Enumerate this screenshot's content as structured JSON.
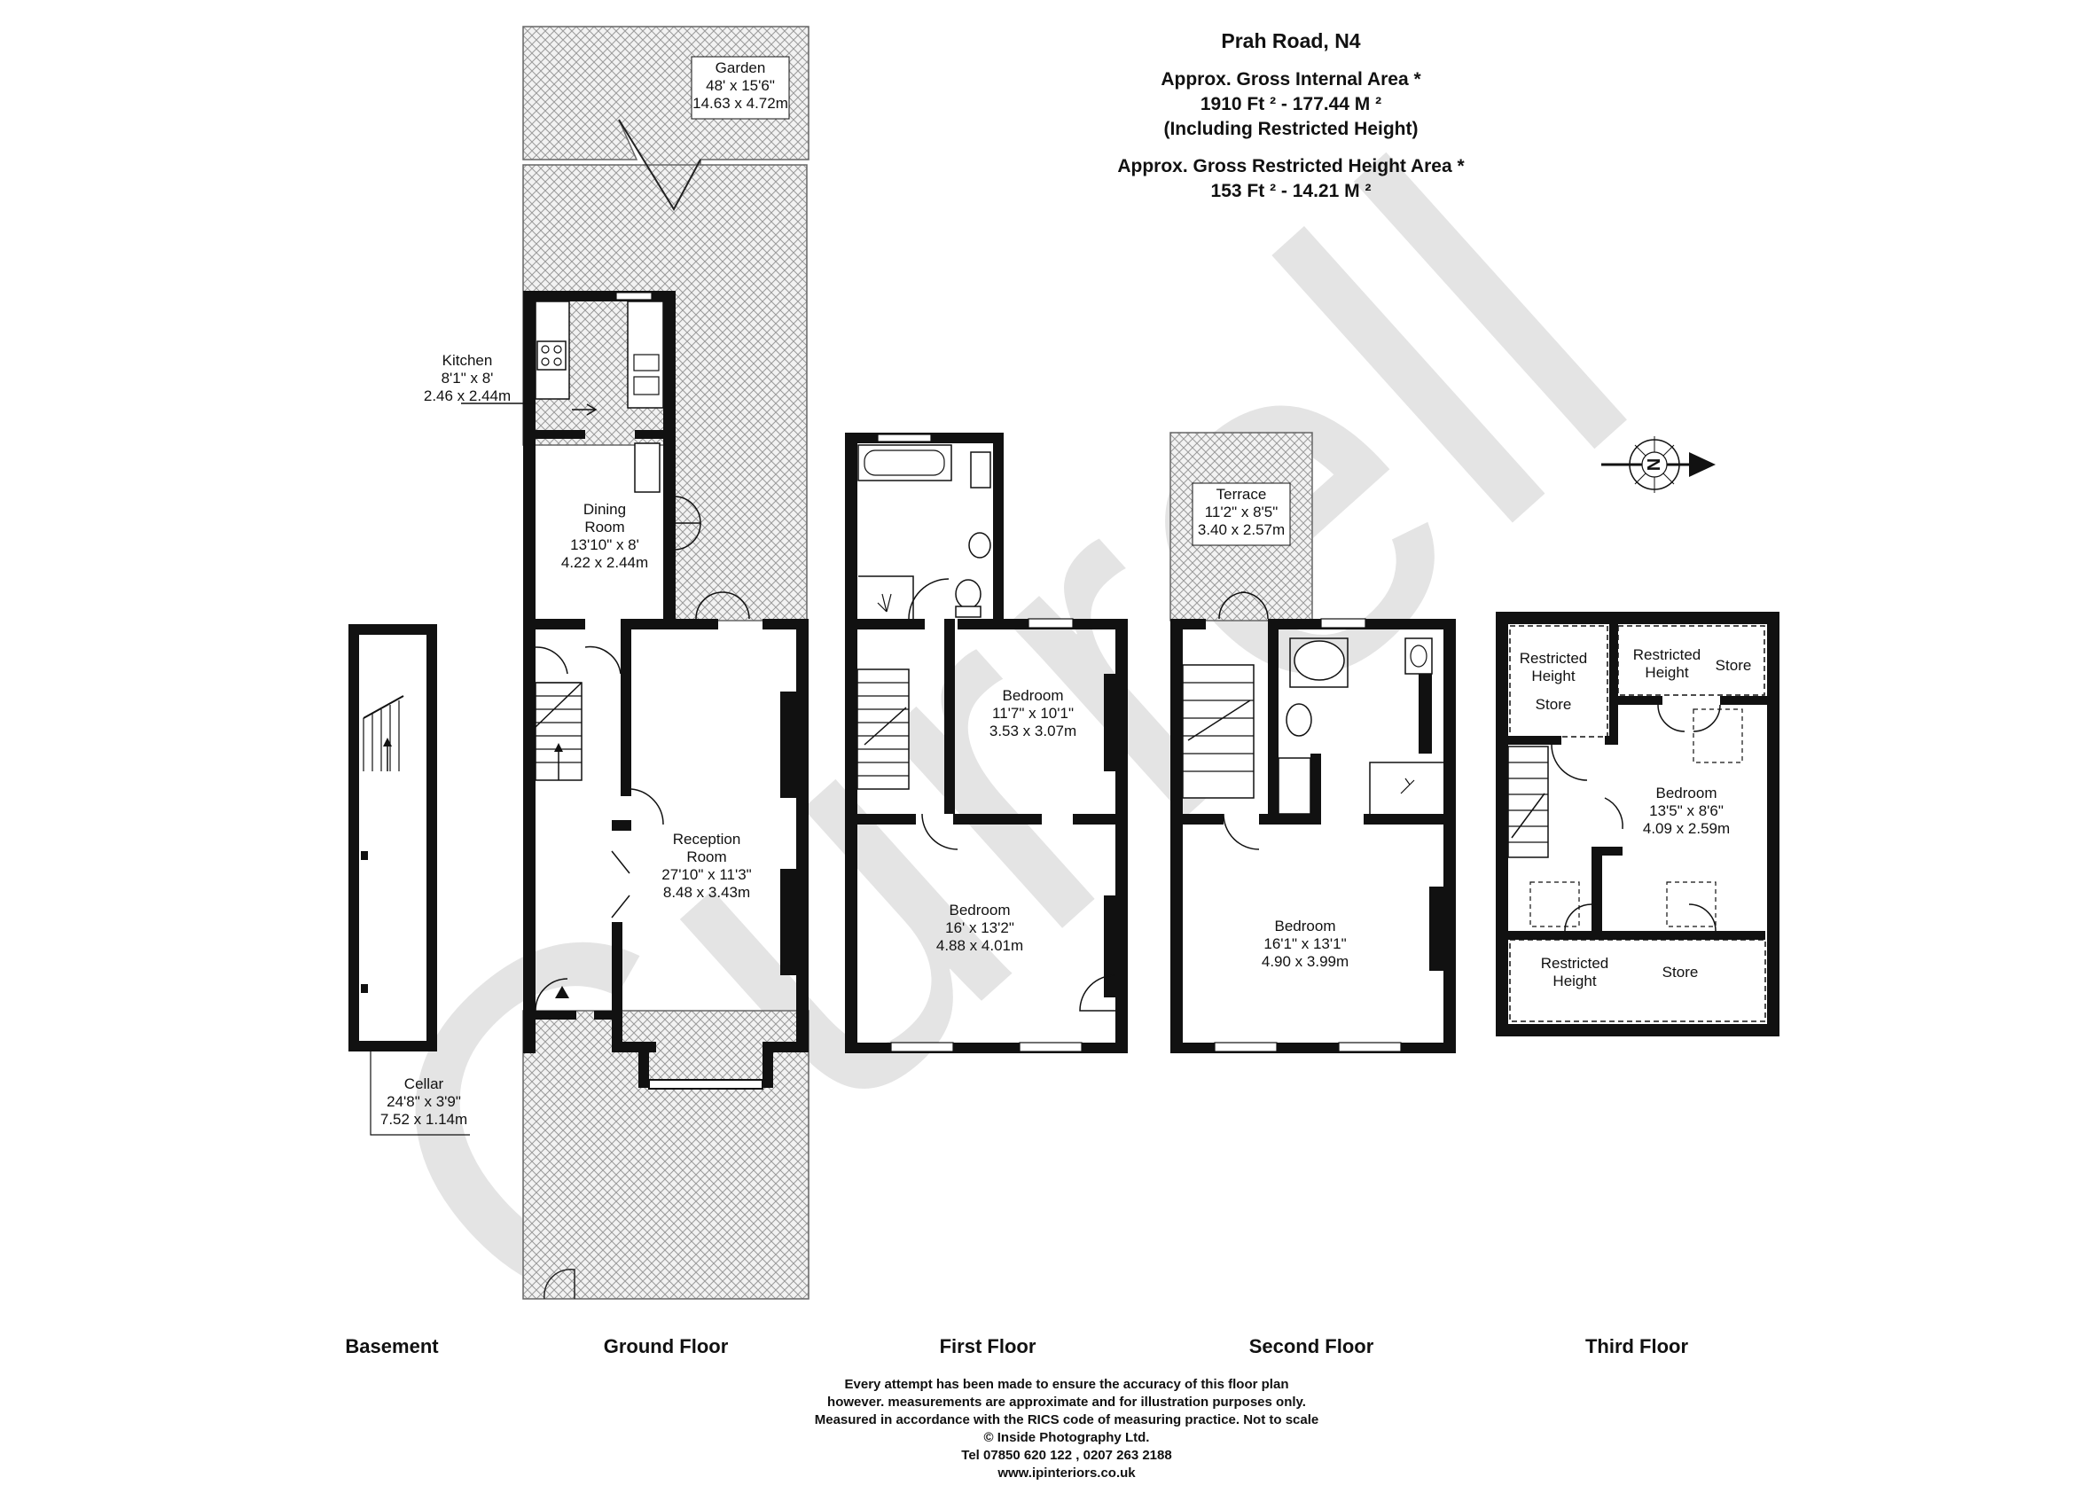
{
  "header": {
    "title": "Prah Road, N4",
    "gia_label": "Approx. Gross Internal Area *",
    "gia_value": "1910 Ft ² - 177.44 M ²",
    "gia_note": "(Including Restricted Height)",
    "rha_label": "Approx. Gross Restricted Height Area *",
    "rha_value": "153 Ft ² - 14.21 M ²"
  },
  "watermark": "Currell",
  "compass": {
    "letter": "N"
  },
  "floors": {
    "basement": "Basement",
    "ground": "Ground Floor",
    "first": "First Floor",
    "second": "Second Floor",
    "third": "Third Floor"
  },
  "rooms": {
    "garden": {
      "name": "Garden",
      "dim_imperial": "48' x 15'6\"",
      "dim_metric": "14.63 x 4.72m"
    },
    "kitchen": {
      "name": "Kitchen",
      "dim_imperial": "8'1\" x 8'",
      "dim_metric": "2.46 x 2.44m"
    },
    "dining": {
      "name_1": "Dining",
      "name_2": "Room",
      "dim_imperial": "13'10\" x 8'",
      "dim_metric": "4.22 x 2.44m"
    },
    "reception": {
      "name_1": "Reception",
      "name_2": "Room",
      "dim_imperial": "27'10\" x 11'3\"",
      "dim_metric": "8.48 x 3.43m"
    },
    "cellar": {
      "name": "Cellar",
      "dim_imperial": "24'8\" x 3'9\"",
      "dim_metric": "7.52 x 1.14m"
    },
    "bedroom_1a": {
      "name": "Bedroom",
      "dim_imperial": "11'7\" x 10'1\"",
      "dim_metric": "3.53 x 3.07m"
    },
    "bedroom_1b": {
      "name": "Bedroom",
      "dim_imperial": "16' x 13'2\"",
      "dim_metric": "4.88 x 4.01m"
    },
    "terrace": {
      "name": "Terrace",
      "dim_imperial": "11'2\" x 8'5\"",
      "dim_metric": "3.40 x 2.57m"
    },
    "bedroom_2": {
      "name": "Bedroom",
      "dim_imperial": "16'1\" x 13'1\"",
      "dim_metric": "4.90 x 3.99m"
    },
    "bedroom_3": {
      "name": "Bedroom",
      "dim_imperial": "13'5\" x 8'6\"",
      "dim_metric": "4.09 x 2.59m"
    }
  },
  "restricted": {
    "restricted": "Restricted",
    "height": "Height",
    "store": "Store"
  },
  "disclaimer": [
    "Every attempt has been made to ensure the accuracy of this floor plan",
    "however. measurements are approximate and for illustration purposes only.",
    "Measured in accordance with the RICS code of measuring practice. Not to scale",
    "© Inside Photography Ltd.",
    "Tel 07850 620 122 , 0207 263 2188",
    "www.ipinteriors.co.uk"
  ]
}
